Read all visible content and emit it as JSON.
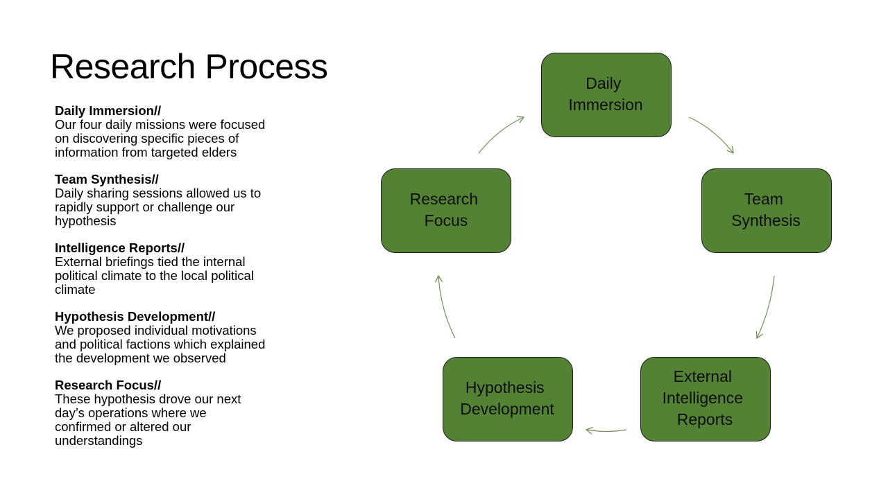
{
  "title": "Research Process",
  "steps": [
    {
      "title": "Daily Immersion//",
      "desc": [
        "Our four daily missions were focused",
        "on discovering specific pieces of",
        "information from targeted elders"
      ]
    },
    {
      "title": "Team Synthesis//",
      "desc": [
        "Daily sharing sessions allowed us to",
        "rapidly support or challenge our",
        "hypothesis"
      ]
    },
    {
      "title": "Intelligence Reports//",
      "desc": [
        "External briefings tied the internal",
        "political climate to the local political",
        "climate"
      ]
    },
    {
      "title": "Hypothesis Development//",
      "desc": [
        "We proposed individual motivations",
        "and political factions which explained",
        "the development we observed"
      ]
    },
    {
      "title": "Research Focus//",
      "desc": [
        "These hypothesis drove our next",
        "day’s operations where we",
        "confirmed or altered our",
        "understandings"
      ]
    }
  ],
  "cycle": {
    "nodes": [
      {
        "id": "daily-immersion",
        "lines": [
          "Daily",
          "Immersion"
        ]
      },
      {
        "id": "team-synthesis",
        "lines": [
          "Team",
          "Synthesis"
        ]
      },
      {
        "id": "external-intelligence-reports",
        "lines": [
          "External",
          "Intelligence",
          "Reports"
        ]
      },
      {
        "id": "hypothesis-development",
        "lines": [
          "Hypothesis",
          "Development"
        ]
      },
      {
        "id": "research-focus",
        "lines": [
          "Research",
          "Focus"
        ]
      }
    ],
    "edges": [
      {
        "from": "daily-immersion",
        "to": "team-synthesis"
      },
      {
        "from": "team-synthesis",
        "to": "external-intelligence-reports"
      },
      {
        "from": "external-intelligence-reports",
        "to": "hypothesis-development"
      },
      {
        "from": "hypothesis-development",
        "to": "research-focus"
      },
      {
        "from": "research-focus",
        "to": "daily-immersion"
      }
    ],
    "colors": {
      "node_fill": "#548235",
      "node_border": "#1e1e1e",
      "arrow": "#6f8f52",
      "text": "#0d0d0d"
    }
  }
}
